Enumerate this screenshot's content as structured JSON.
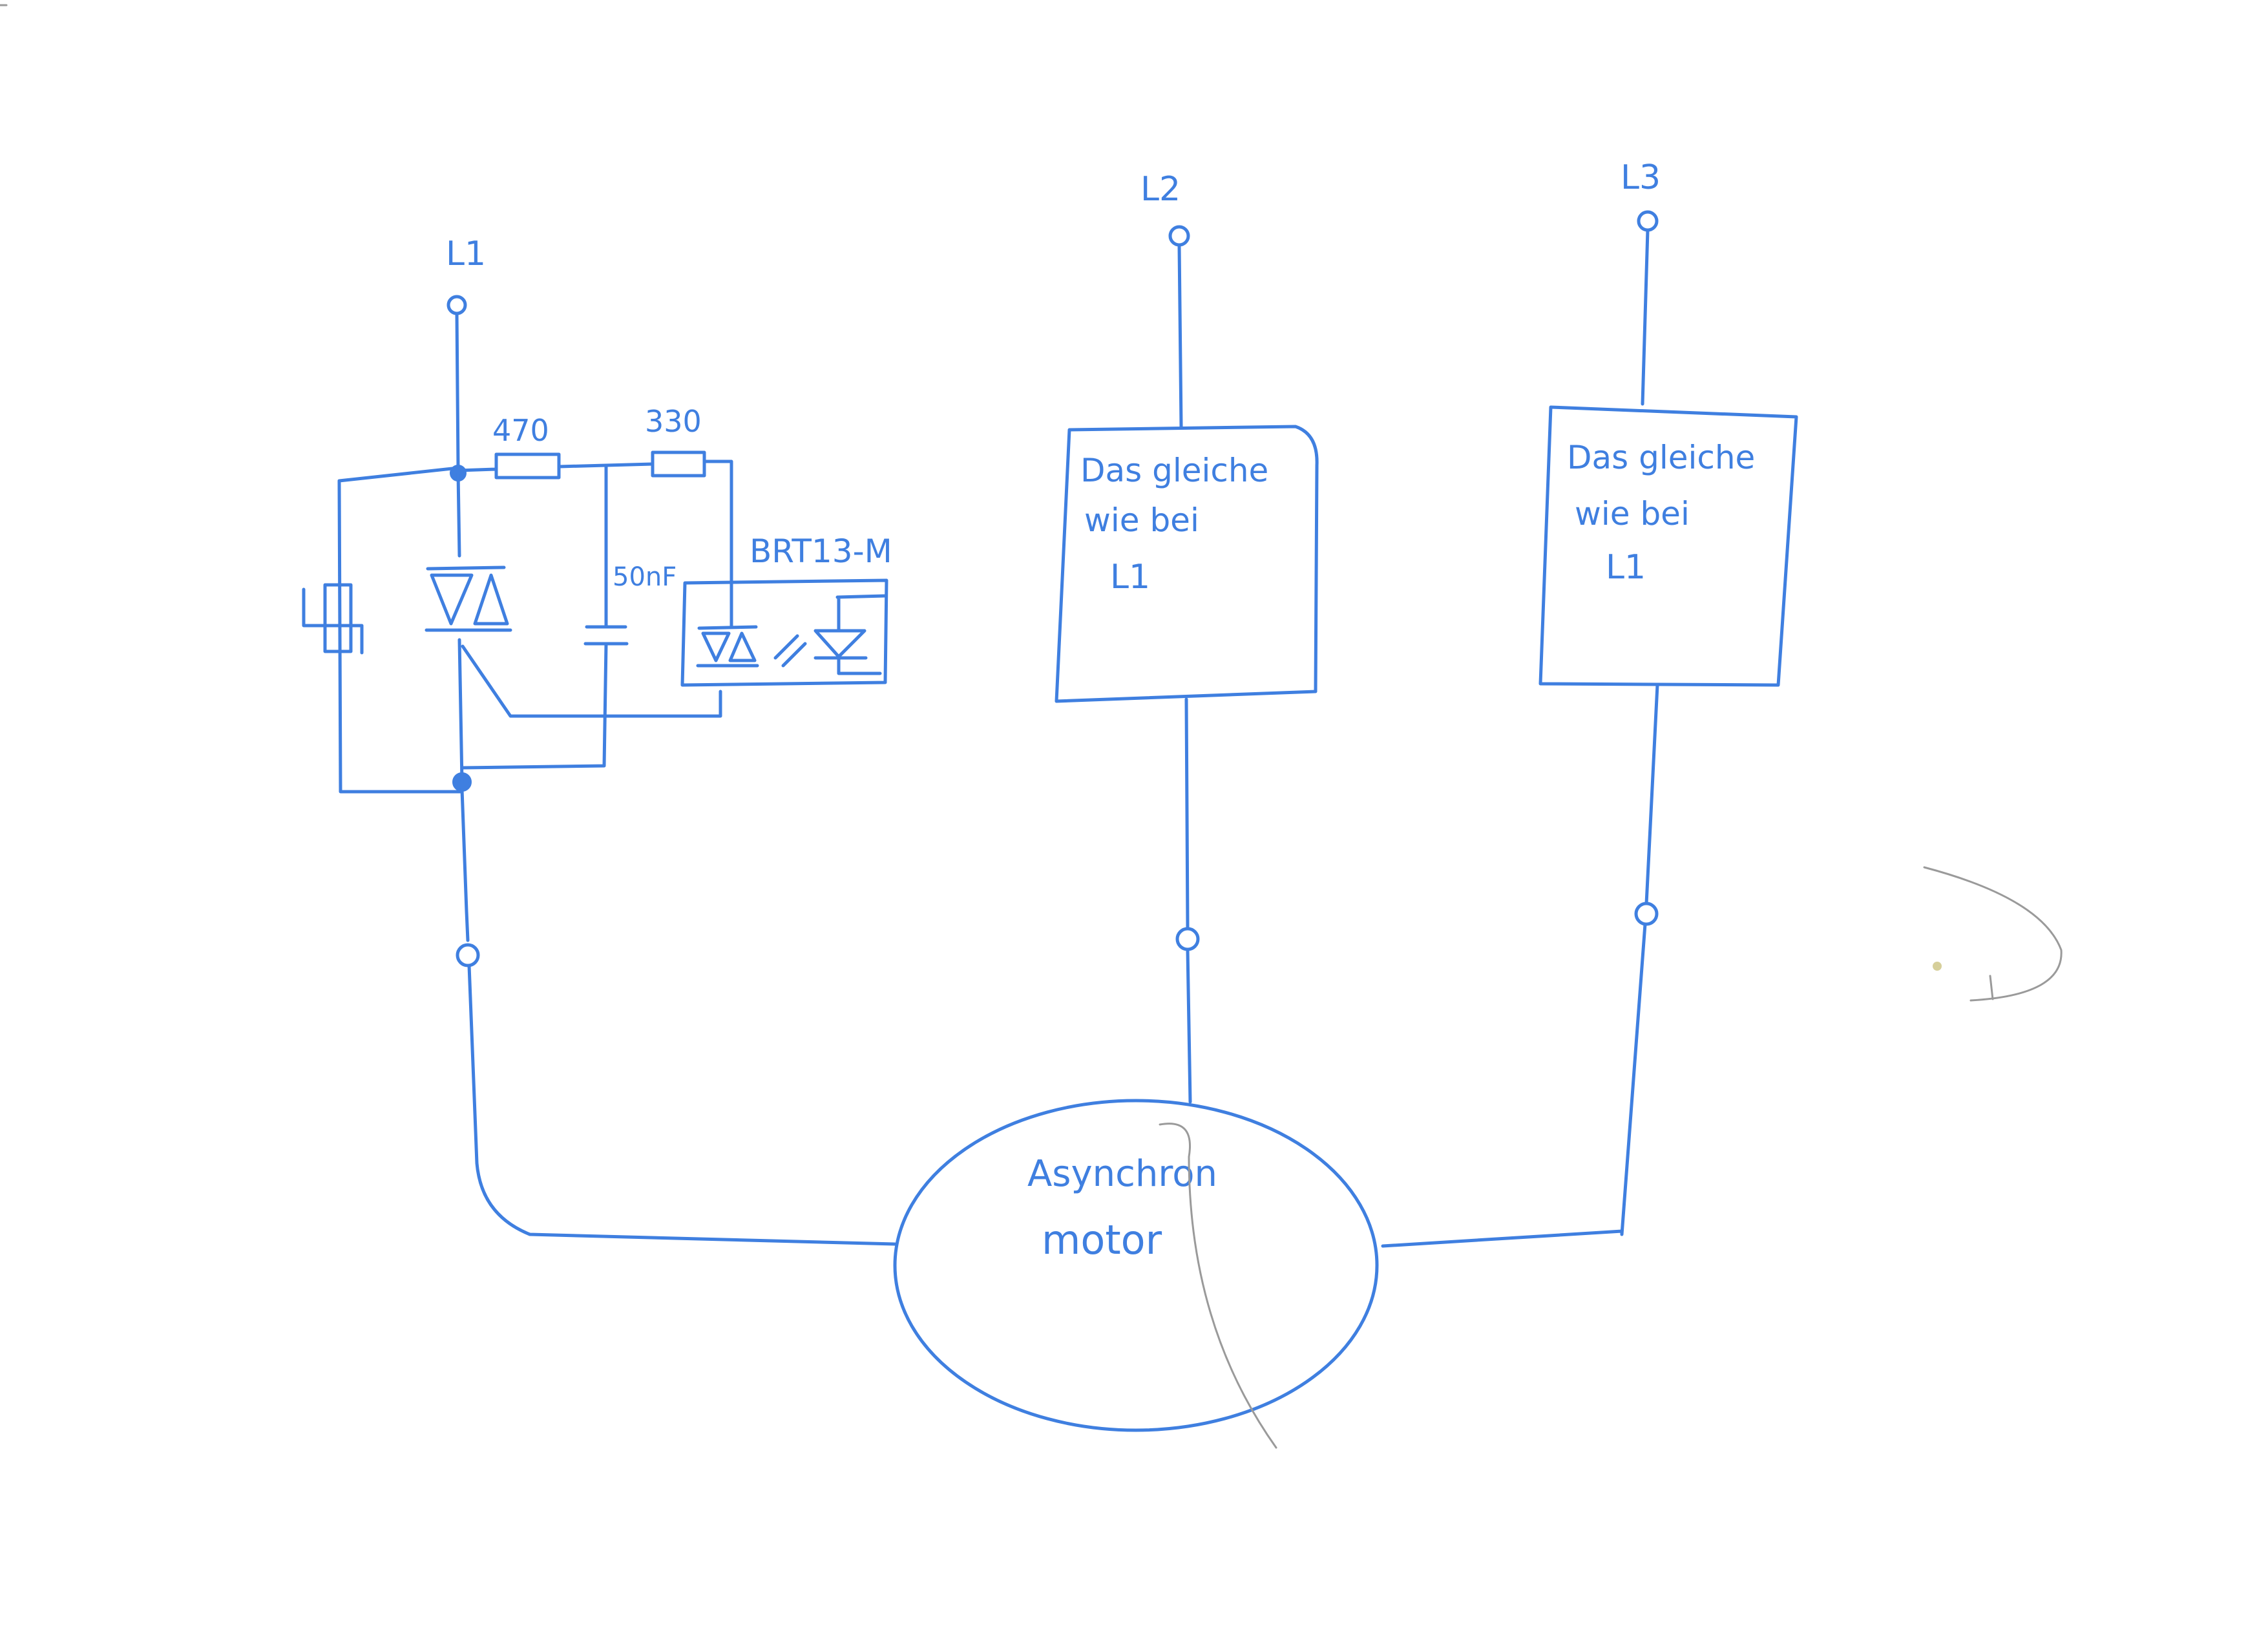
{
  "colors": {
    "ink": "#3f7fe0",
    "pencil": "#9a9a9a",
    "paper": "#ffffff"
  },
  "phases": {
    "l1": "L1",
    "l2": "L2",
    "l3": "L3"
  },
  "components": {
    "r1": "470",
    "r2": "330",
    "capacitor": "50nF",
    "optocoupler": "BRT13-M"
  },
  "boxes": {
    "l2_box": [
      "Das gleiche",
      "wie bei",
      "L1"
    ],
    "l3_box": [
      "Das gleiche",
      "wie bei",
      "L1"
    ]
  },
  "motor": [
    "Asynchron",
    "motor"
  ]
}
